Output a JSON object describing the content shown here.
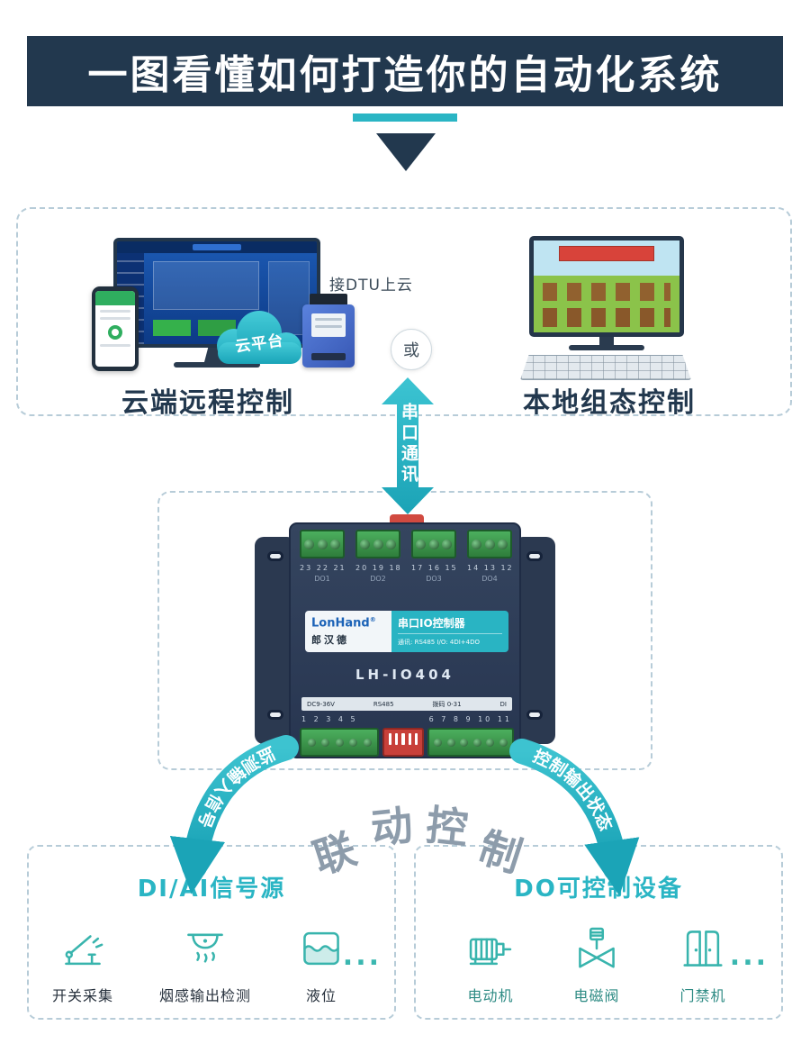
{
  "colors": {
    "accent_teal": "#2ab5c4",
    "banner_navy": "#22384e",
    "terminal_green": "#3d9a4e",
    "dip_red": "#c8403a",
    "linkage_gray": "#8d9cab"
  },
  "header": {
    "title": "一图看懂如何打造你的自动化系统"
  },
  "cloud_section": {
    "dtu_note": "接DTU上云",
    "cloud_badge": "云平台",
    "or_label": "或",
    "left_caption": "云端远程控制",
    "right_caption": "本地组态控制"
  },
  "serial_link": {
    "label": "串口通讯"
  },
  "device": {
    "brand": "LonHand",
    "brand_reg": "®",
    "brand_cn": "郎汉德",
    "product_type": "串口IO控制器",
    "product_spec": "通讯: RS485  I/O: 4DI+4DO",
    "model": "LH-IO404",
    "do_groups": [
      {
        "pins": "23 22 21",
        "name": "DO1"
      },
      {
        "pins": "20 19 18",
        "name": "DO2"
      },
      {
        "pins": "17 16 15",
        "name": "DO3"
      },
      {
        "pins": "14 13 12",
        "name": "DO4"
      }
    ],
    "bottom_labels": {
      "power": "DC9-36V",
      "bus": "RS485",
      "dip": "拨码 0-31",
      "di": "DI"
    },
    "bottom_pins_left": "1 2 3 4 5",
    "bottom_pins_right": "6 7 8 9 10 11"
  },
  "flow": {
    "input_arrow_label": "监测输入信号",
    "center_label": "联动控制",
    "center_chars": [
      "联",
      "动",
      "控",
      "制"
    ],
    "output_arrow_label": "控制输出状态"
  },
  "di_box": {
    "title": "DI/AI信号源",
    "items": [
      {
        "label": "开关采集",
        "icon": "knife-switch-icon"
      },
      {
        "label": "烟感输出检测",
        "icon": "smoke-detector-icon"
      },
      {
        "label": "液位",
        "icon": "liquid-level-icon"
      }
    ],
    "ellipsis": "..."
  },
  "do_box": {
    "title": "DO可控制设备",
    "items": [
      {
        "label": "电动机",
        "icon": "motor-icon"
      },
      {
        "label": "电磁阀",
        "icon": "solenoid-valve-icon"
      },
      {
        "label": "门禁机",
        "icon": "access-control-icon"
      }
    ],
    "ellipsis": "..."
  }
}
